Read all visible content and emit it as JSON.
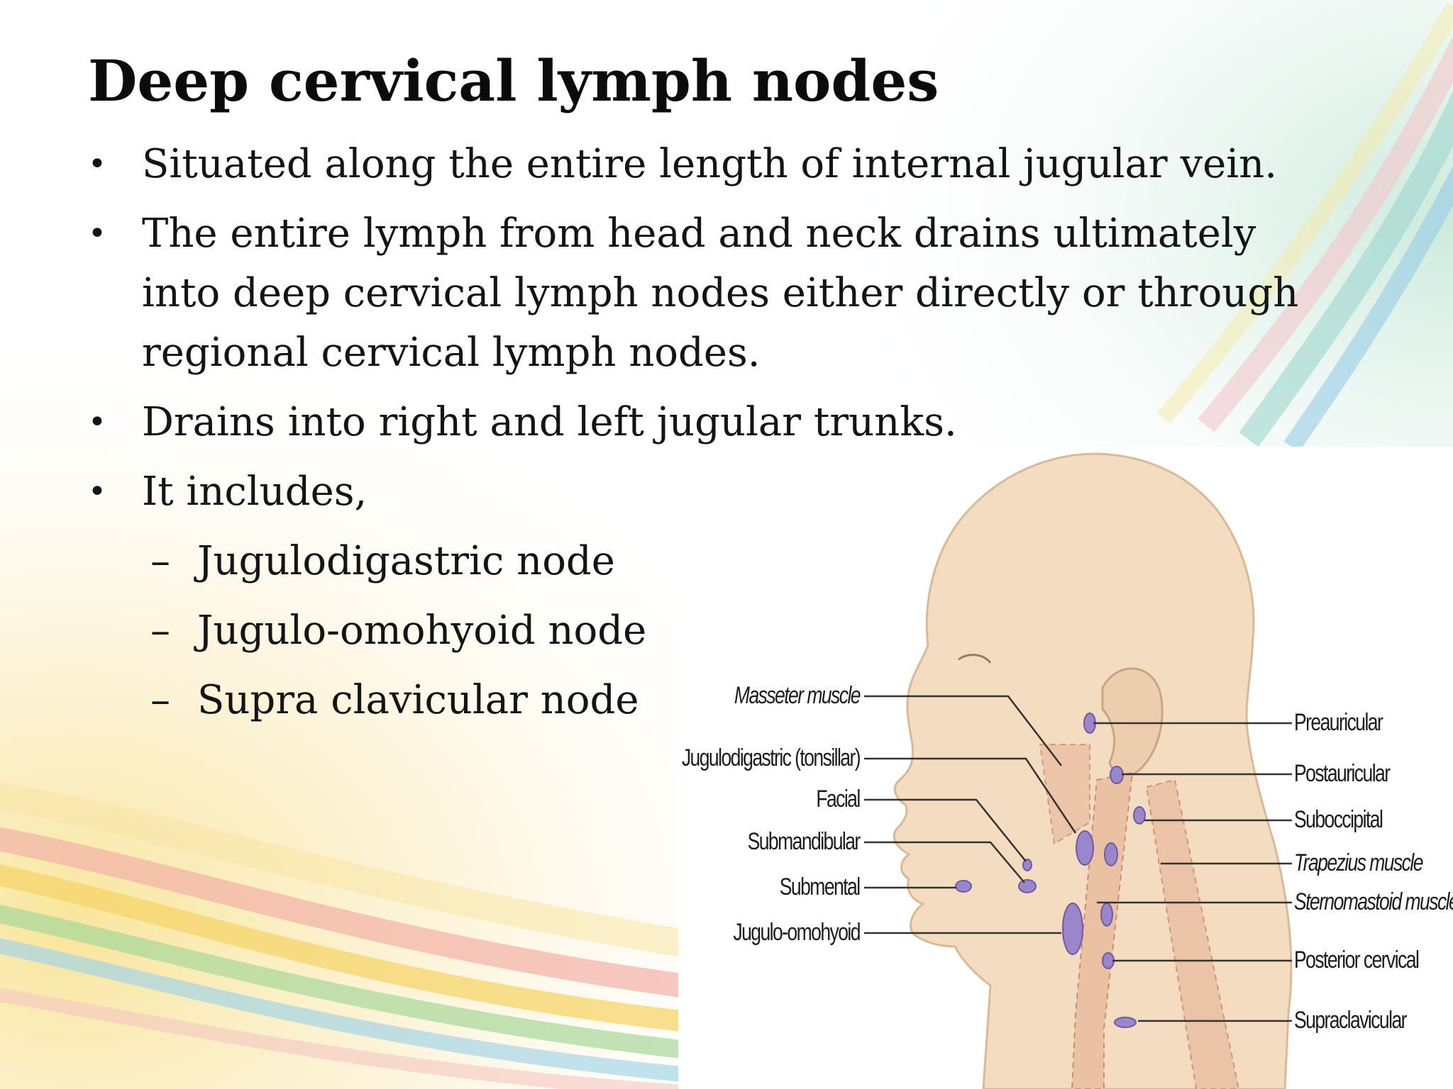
{
  "slide": {
    "title": "Deep cervical lymph nodes",
    "bullet_marker": "•",
    "sub_marker": "–",
    "bullets": [
      {
        "lines": [
          "Situated along the entire length of internal jugular vein."
        ]
      },
      {
        "lines": [
          "The entire lymph from head and neck drains ultimately",
          "into deep cervical lymph nodes either directly or through",
          "regional cervical lymph nodes."
        ]
      },
      {
        "lines": [
          "Drains into right and left jugular trunks."
        ]
      },
      {
        "lines": [
          "It includes,"
        ]
      }
    ],
    "sub_items": [
      "Jugulodigastric node",
      "Jugulo-omohyoid node",
      "Supra clavicular node"
    ]
  },
  "figure": {
    "left_labels": [
      "Masseter muscle",
      "Jugulodigastric (tonsillar)",
      "Facial",
      "Submandibular",
      "Submental",
      "Jugulo-omohyoid"
    ],
    "right_labels": [
      "Preauricular",
      "Postauricular",
      "Suboccipital",
      "Trapezius muscle",
      "Sternomastoid muscle",
      "Posterior cervical",
      "Supraclavicular"
    ],
    "colors": {
      "skin": "#f3dcc0",
      "muscle": "#ebc1a4",
      "node": "#9a86c8",
      "line": "#333333"
    }
  }
}
